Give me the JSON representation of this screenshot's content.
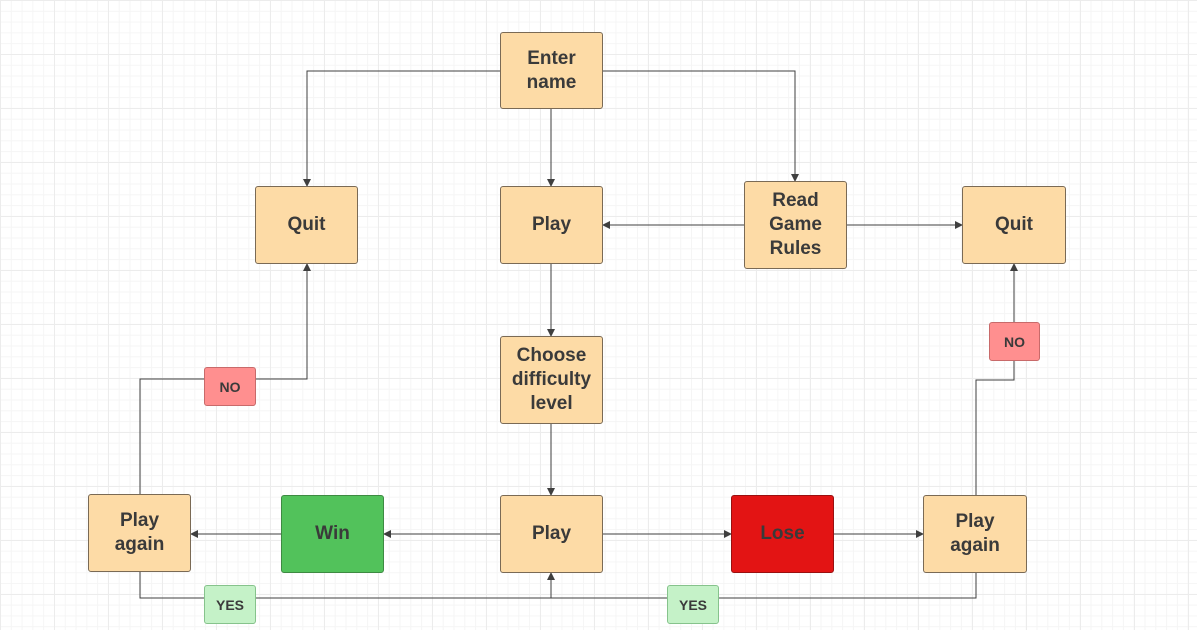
{
  "nodes": {
    "enter_name": "Enter\nname",
    "quit_left": "Quit",
    "play_top": "Play",
    "read_rules": "Read\nGame\nRules",
    "quit_right": "Quit",
    "choose_difficulty": "Choose\ndifficulty\nlevel",
    "play_again_left": "Play\nagain",
    "win": "Win",
    "play_main": "Play",
    "lose": "Lose",
    "play_again_right": "Play\nagain"
  },
  "tags": {
    "no_left": "NO",
    "no_right": "NO",
    "yes_left": "YES",
    "yes_right": "YES"
  },
  "colors": {
    "node_fill": "#fddba6",
    "win_fill": "#52c25b",
    "lose_fill": "#e31414",
    "no_fill": "#ff8f8f",
    "yes_fill": "#c5f2c8",
    "connector": "#3f3f3f"
  }
}
